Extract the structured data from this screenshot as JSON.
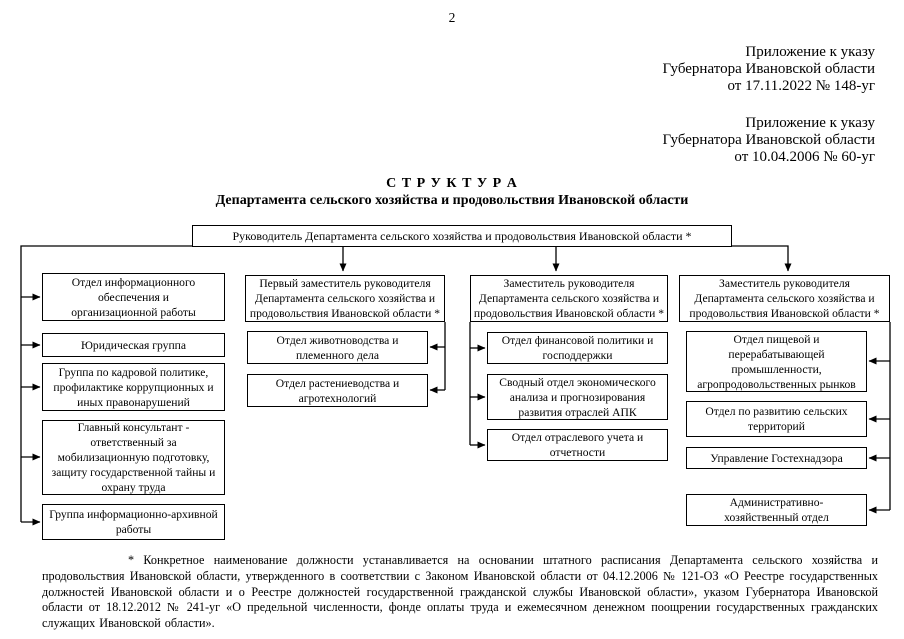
{
  "page": {
    "number": "2",
    "annex1": [
      "Приложение к указу",
      "Губернатора Ивановской области",
      "от 17.11.2022 № 148-уг"
    ],
    "annex2": [
      "Приложение к указу",
      "Губернатора Ивановской области",
      "от 10.04.2006 № 60-уг"
    ],
    "title1": "С Т Р У К Т У Р А",
    "title2": "Департамента сельского хозяйства и продовольствия Ивановской области",
    "footnote": "* Конкретное наименование должности устанавливается на основании штатного расписания Департамента сельского хозяйства и продовольствия Ивановской области, утвержденного в соответствии с Законом Ивановской области от 04.12.2006 № 121-ОЗ «О Реестре государственных должностей Ивановской области и о Реестре должностей государственной гражданской службы Ивановской области», указом Губернатора Ивановской области от 18.12.2012 № 241-уг «О предельной численности, фонде оплаты труда и ежемесячном денежном поощрении государственных гражданских служащих Ивановской области»."
  },
  "org": {
    "root": "Руководитель Департамента сельского хозяйства и продовольствия Ивановской области *",
    "col1": {
      "boxes": [
        [
          "Отдел информационного",
          "обеспечения и",
          "организационной работы"
        ],
        [
          "Юридическая группа"
        ],
        [
          "Группа по кадровой политике,",
          "профилактике коррупционных и",
          "иных правонарушений"
        ],
        [
          "Главный консультант -",
          "ответственный за",
          "мобилизационную подготовку,",
          "защиту государственной тайны и",
          "охрану труда"
        ],
        [
          "Группа информационно-архивной",
          "работы"
        ]
      ]
    },
    "col2": {
      "head": [
        "Первый заместитель руководителя",
        "Департамента сельского хозяйства и",
        "продовольствия Ивановской области *"
      ],
      "boxes": [
        [
          "Отдел животноводства и",
          "племенного дела"
        ],
        [
          "Отдел растениеводства и",
          "агротехнологий"
        ]
      ]
    },
    "col3": {
      "head": [
        "Заместитель руководителя",
        "Департамента сельского хозяйства и",
        "продовольствия Ивановской области *"
      ],
      "boxes": [
        [
          "Отдел финансовой политики и",
          "господдержки"
        ],
        [
          "Сводный отдел экономического",
          "анализа и прогнозирования",
          "развития отраслей АПК"
        ],
        [
          "Отдел отраслевого учета и",
          "отчетности"
        ]
      ]
    },
    "col4": {
      "head": [
        "Заместитель руководителя",
        "Департамента сельского хозяйства и",
        "продовольствия Ивановской области *"
      ],
      "boxes": [
        [
          "Отдел пищевой и",
          "перерабатывающей",
          "промышленности,",
          "агропродовольственных рынков"
        ],
        [
          "Отдел по развитию сельских",
          "территорий"
        ],
        [
          "Управление Гостехнадзора"
        ],
        [
          "Административно-",
          "хозяйственный отдел"
        ]
      ]
    }
  }
}
